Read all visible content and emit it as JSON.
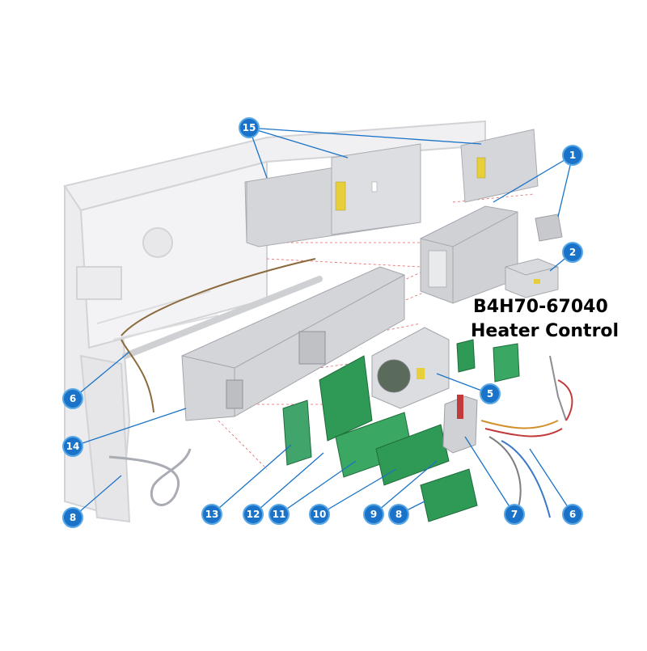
{
  "title": {
    "part_number": "B4H70-67040",
    "part_name": "Heater Control"
  },
  "callouts": [
    {
      "label": "15"
    },
    {
      "label": "1"
    },
    {
      "label": "2"
    },
    {
      "label": "5"
    },
    {
      "label": "6"
    },
    {
      "label": "14"
    },
    {
      "label": "8"
    },
    {
      "label": "13"
    },
    {
      "label": "12"
    },
    {
      "label": "11"
    },
    {
      "label": "10"
    },
    {
      "label": "9"
    },
    {
      "label": "8"
    },
    {
      "label": "7"
    },
    {
      "label": "6"
    }
  ],
  "colors": {
    "callout_fill": "#1a73c8",
    "callout_ring": "#5aa9e6",
    "leader": "#1a73c8",
    "sheet_metal": "#d4d6da",
    "sheet_metal_dark": "#a9acb2",
    "board_green": "#2f9a56",
    "ghost_printer": "#e3e4e6"
  }
}
